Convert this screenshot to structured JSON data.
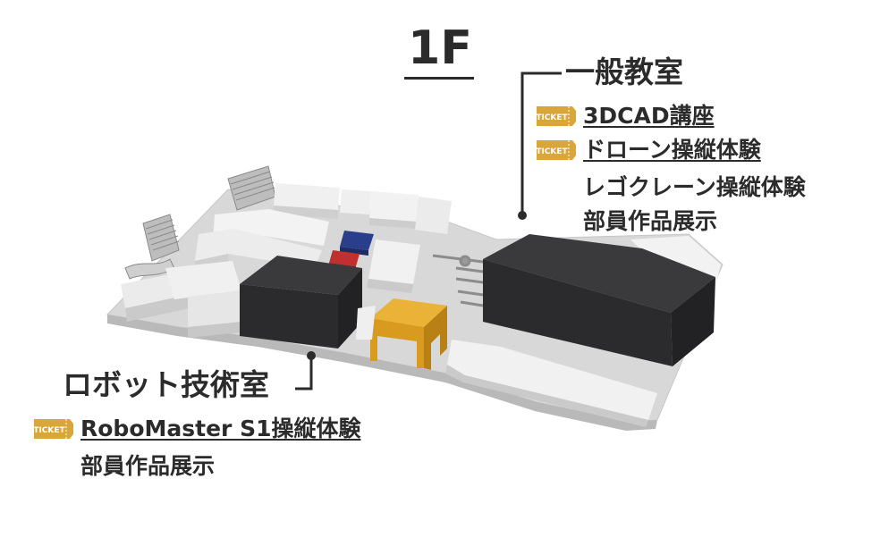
{
  "floor_label": "1F",
  "rooms": [
    {
      "id": "general-classroom",
      "title": "一般教室",
      "items": [
        {
          "text": "3DCAD講座",
          "ticket": true
        },
        {
          "text": "ドローン操縦体験",
          "ticket": true
        },
        {
          "text": "レゴクレーン操縦体験",
          "ticket": false
        },
        {
          "text": "部員作品展示",
          "ticket": false
        }
      ]
    },
    {
      "id": "robot-tech-room",
      "title": "ロボット技術室",
      "items": [
        {
          "text": "RoboMaster S1操縦体験",
          "ticket": true
        },
        {
          "text": "部員作品展示",
          "ticket": false
        }
      ]
    }
  ],
  "ticket_icon_label": "TICKET",
  "colors": {
    "ticket": "#d9a63a",
    "text": "#2b2b2b",
    "dark_block": "#2f2f31",
    "yellow_gate": "#e0a326",
    "red_block": "#c0302e",
    "blue_block": "#2a3f8c",
    "base": "#d9d9d9"
  }
}
